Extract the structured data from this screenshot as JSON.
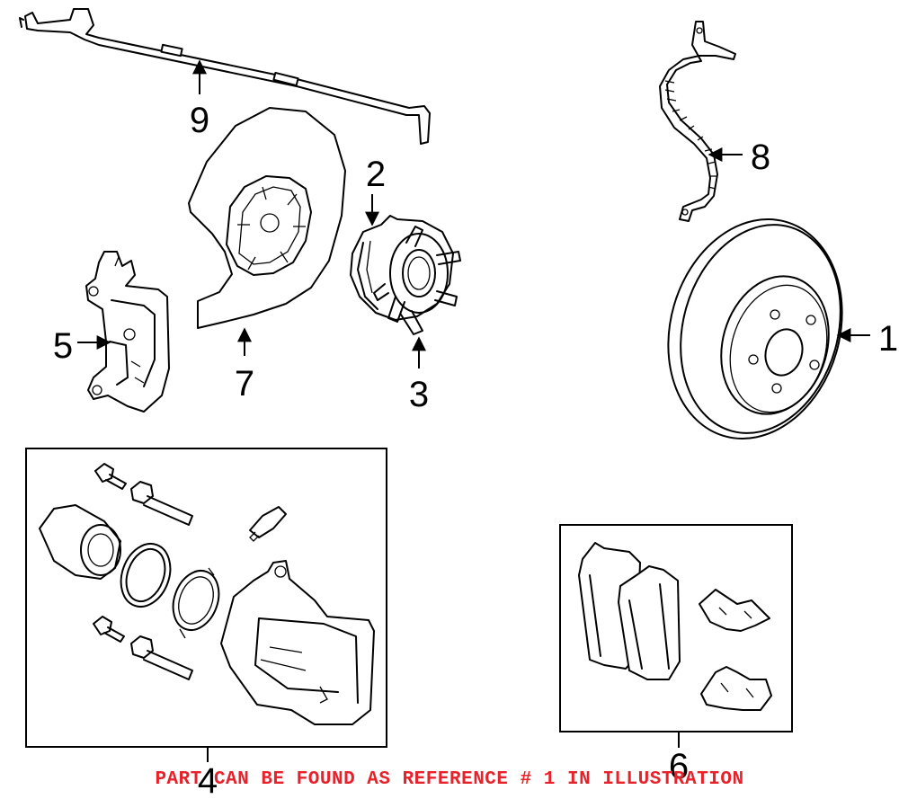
{
  "callouts": {
    "ref_1": "1",
    "ref_2": "2",
    "ref_3": "3",
    "ref_4": "4",
    "ref_5": "5",
    "ref_6": "6",
    "ref_7": "7",
    "ref_8": "8",
    "ref_9": "9"
  },
  "notice": {
    "text": "PART CAN BE FOUND AS REFERENCE # 1 IN ILLUSTRATION",
    "color": "#e8222b"
  }
}
